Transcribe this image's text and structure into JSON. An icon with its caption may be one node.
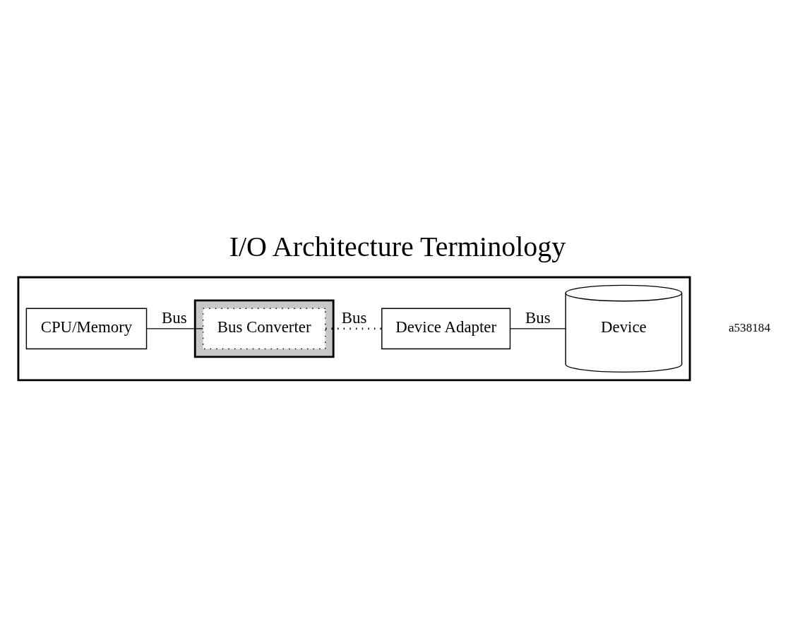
{
  "diagram": {
    "title": "I/O Architecture Terminology",
    "nodes": [
      {
        "text": [],
        "shape": "box"
      },
      {
        "text": [
          "CPU/Memory"
        ],
        "in": 0
      },
      {
        "text": [],
        "shape": "box",
        "in": 0
      },
      {
        "text": [
          "Bus Converter"
        ],
        "in": 2
      },
      {
        "text": [
          "Device Adapter"
        ],
        "in": 0
      },
      {
        "text": [
          "Device"
        ],
        "in": 0
      }
    ],
    "edges": [
      {
        "from": 1,
        "to": 3,
        "arrow": "none",
        "label": "Bus"
      },
      {
        "from": 3,
        "to": 4,
        "arrow": "none",
        "label": "Bus",
        "style": "dashed"
      },
      {
        "from": 4,
        "to": 5,
        "arrow": "none",
        "label": "Bus"
      }
    ],
    "labels": [
      "a538184"
    ]
  }
}
